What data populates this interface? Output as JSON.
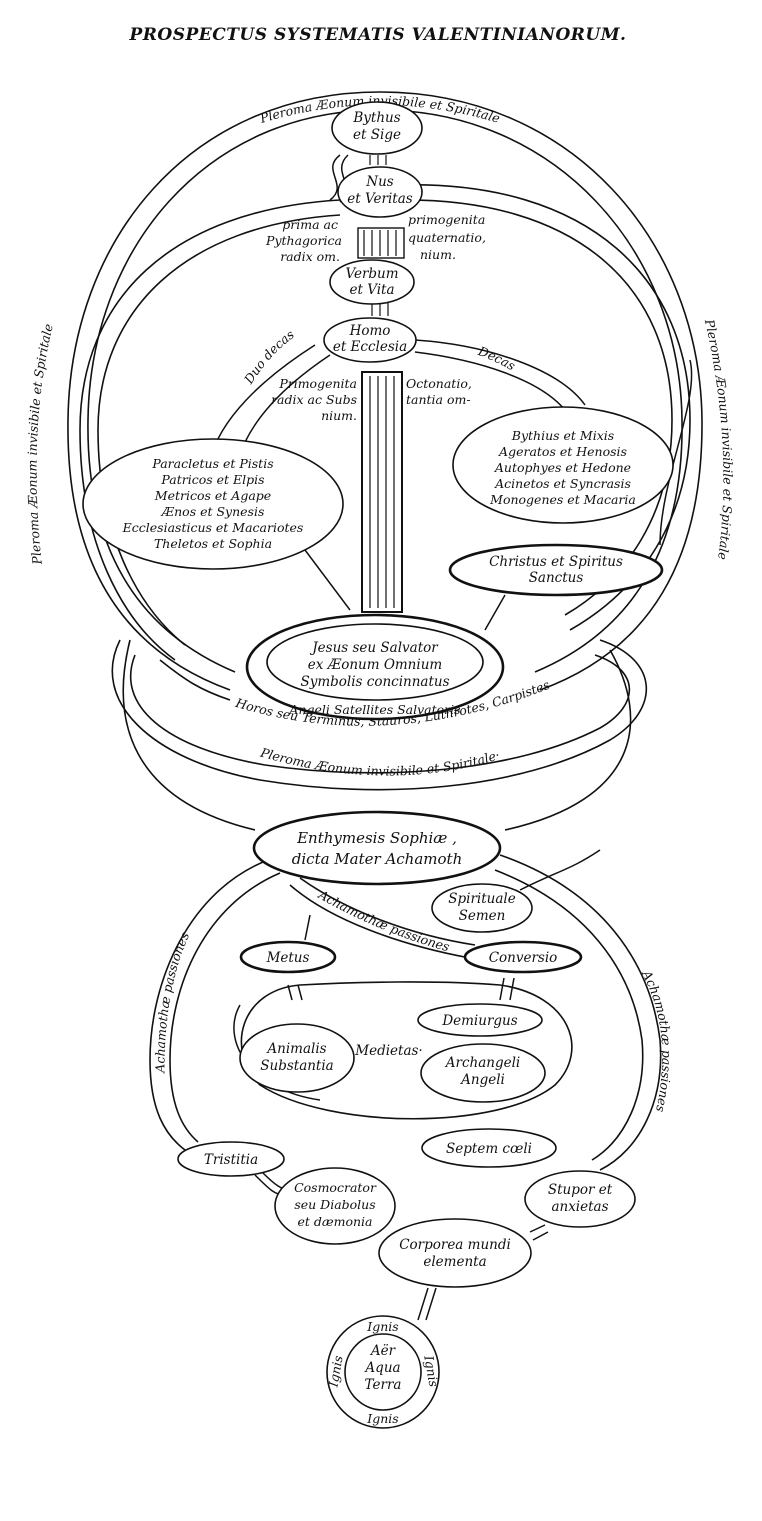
{
  "title": "PROSPECTUS SYSTEMATIS VALENTINIANORUM.",
  "bands": {
    "pleroma_top": "Pleroma Æonum invisibile et Spiritale",
    "pleroma_left": "Pleroma Æonum invisibile et Spiritale",
    "pleroma_right": "Pleroma Æonum invisibile et Spiritale",
    "pleroma_bottom": "Pleroma Æonum invisibile et Spiritale·",
    "horos": "Horos seu Terminus, Stauros, Luthrotes, Carpistes",
    "achamoth_left": "Achamothæ passiones",
    "achamoth_center": "Achamothæ passiones",
    "achamoth_right": "Achamothæ passiones"
  },
  "nodes": {
    "bythus": [
      "Bythus",
      "et Sige"
    ],
    "nus": [
      "Nus",
      "et Veritas"
    ],
    "verbum": [
      "Verbum",
      "et Vita"
    ],
    "homo": [
      "Homo",
      "et Ecclesia"
    ],
    "dodecas": [
      "Paracletus et Pistis",
      "Patricos et Elpis",
      "Metricos et Agape",
      "Ænos et Synesis",
      "Ecclesiasticus et Macariotes",
      "Theletos et Sophia"
    ],
    "decas": [
      "Bythius et Mixis",
      "Ageratos et Henosis",
      "Autophyes et Hedone",
      "Acinetos et Syncrasis",
      "Monogenes et Macaria"
    ],
    "christus": [
      "Christus et Spiritus",
      "Sanctus"
    ],
    "jesus": [
      "Jesus seu Salvator",
      "ex Æonum Omnium",
      "Symbolis concinnatus"
    ],
    "angeli_satellites": "Angeli Satellites Salvatoris",
    "enthymesis": [
      "Enthymesis Sophiæ ,",
      "dicta Mater Achamoth"
    ],
    "spirituale": [
      "Spirituale",
      "Semen"
    ],
    "metus": "Metus",
    "conversio": "Conversio",
    "demiurgus": "Demiurgus",
    "animalis": [
      "Animalis",
      "Substantia"
    ],
    "medietas": "Medietas·",
    "archangeli": [
      "Archangeli",
      "Angeli"
    ],
    "septem": "Septem cœli",
    "tristitia": "Tristitia",
    "cosmocrator": [
      "Cosmocrator",
      "seu Diabolus",
      "et dæmonia"
    ],
    "stupor": [
      "Stupor et",
      "anxietas"
    ],
    "corporea": [
      "Corporea mundi",
      "elementa"
    ],
    "elements_inner": [
      "Aër",
      "Aqua",
      "Terra"
    ],
    "ignis": "Ignis"
  },
  "labels": {
    "prima_left": [
      "prima ac",
      "Pythagorica",
      "radix om."
    ],
    "prima_right": [
      "primogenita",
      "quaternatio,",
      "nium."
    ],
    "primogenita_left": [
      "Primogenita",
      "radix ac Subs",
      "nium."
    ],
    "octonatio_right": [
      "Octonatio,",
      "tantia om-"
    ],
    "duo_decas": "Duo decas",
    "decas": "Decas"
  }
}
